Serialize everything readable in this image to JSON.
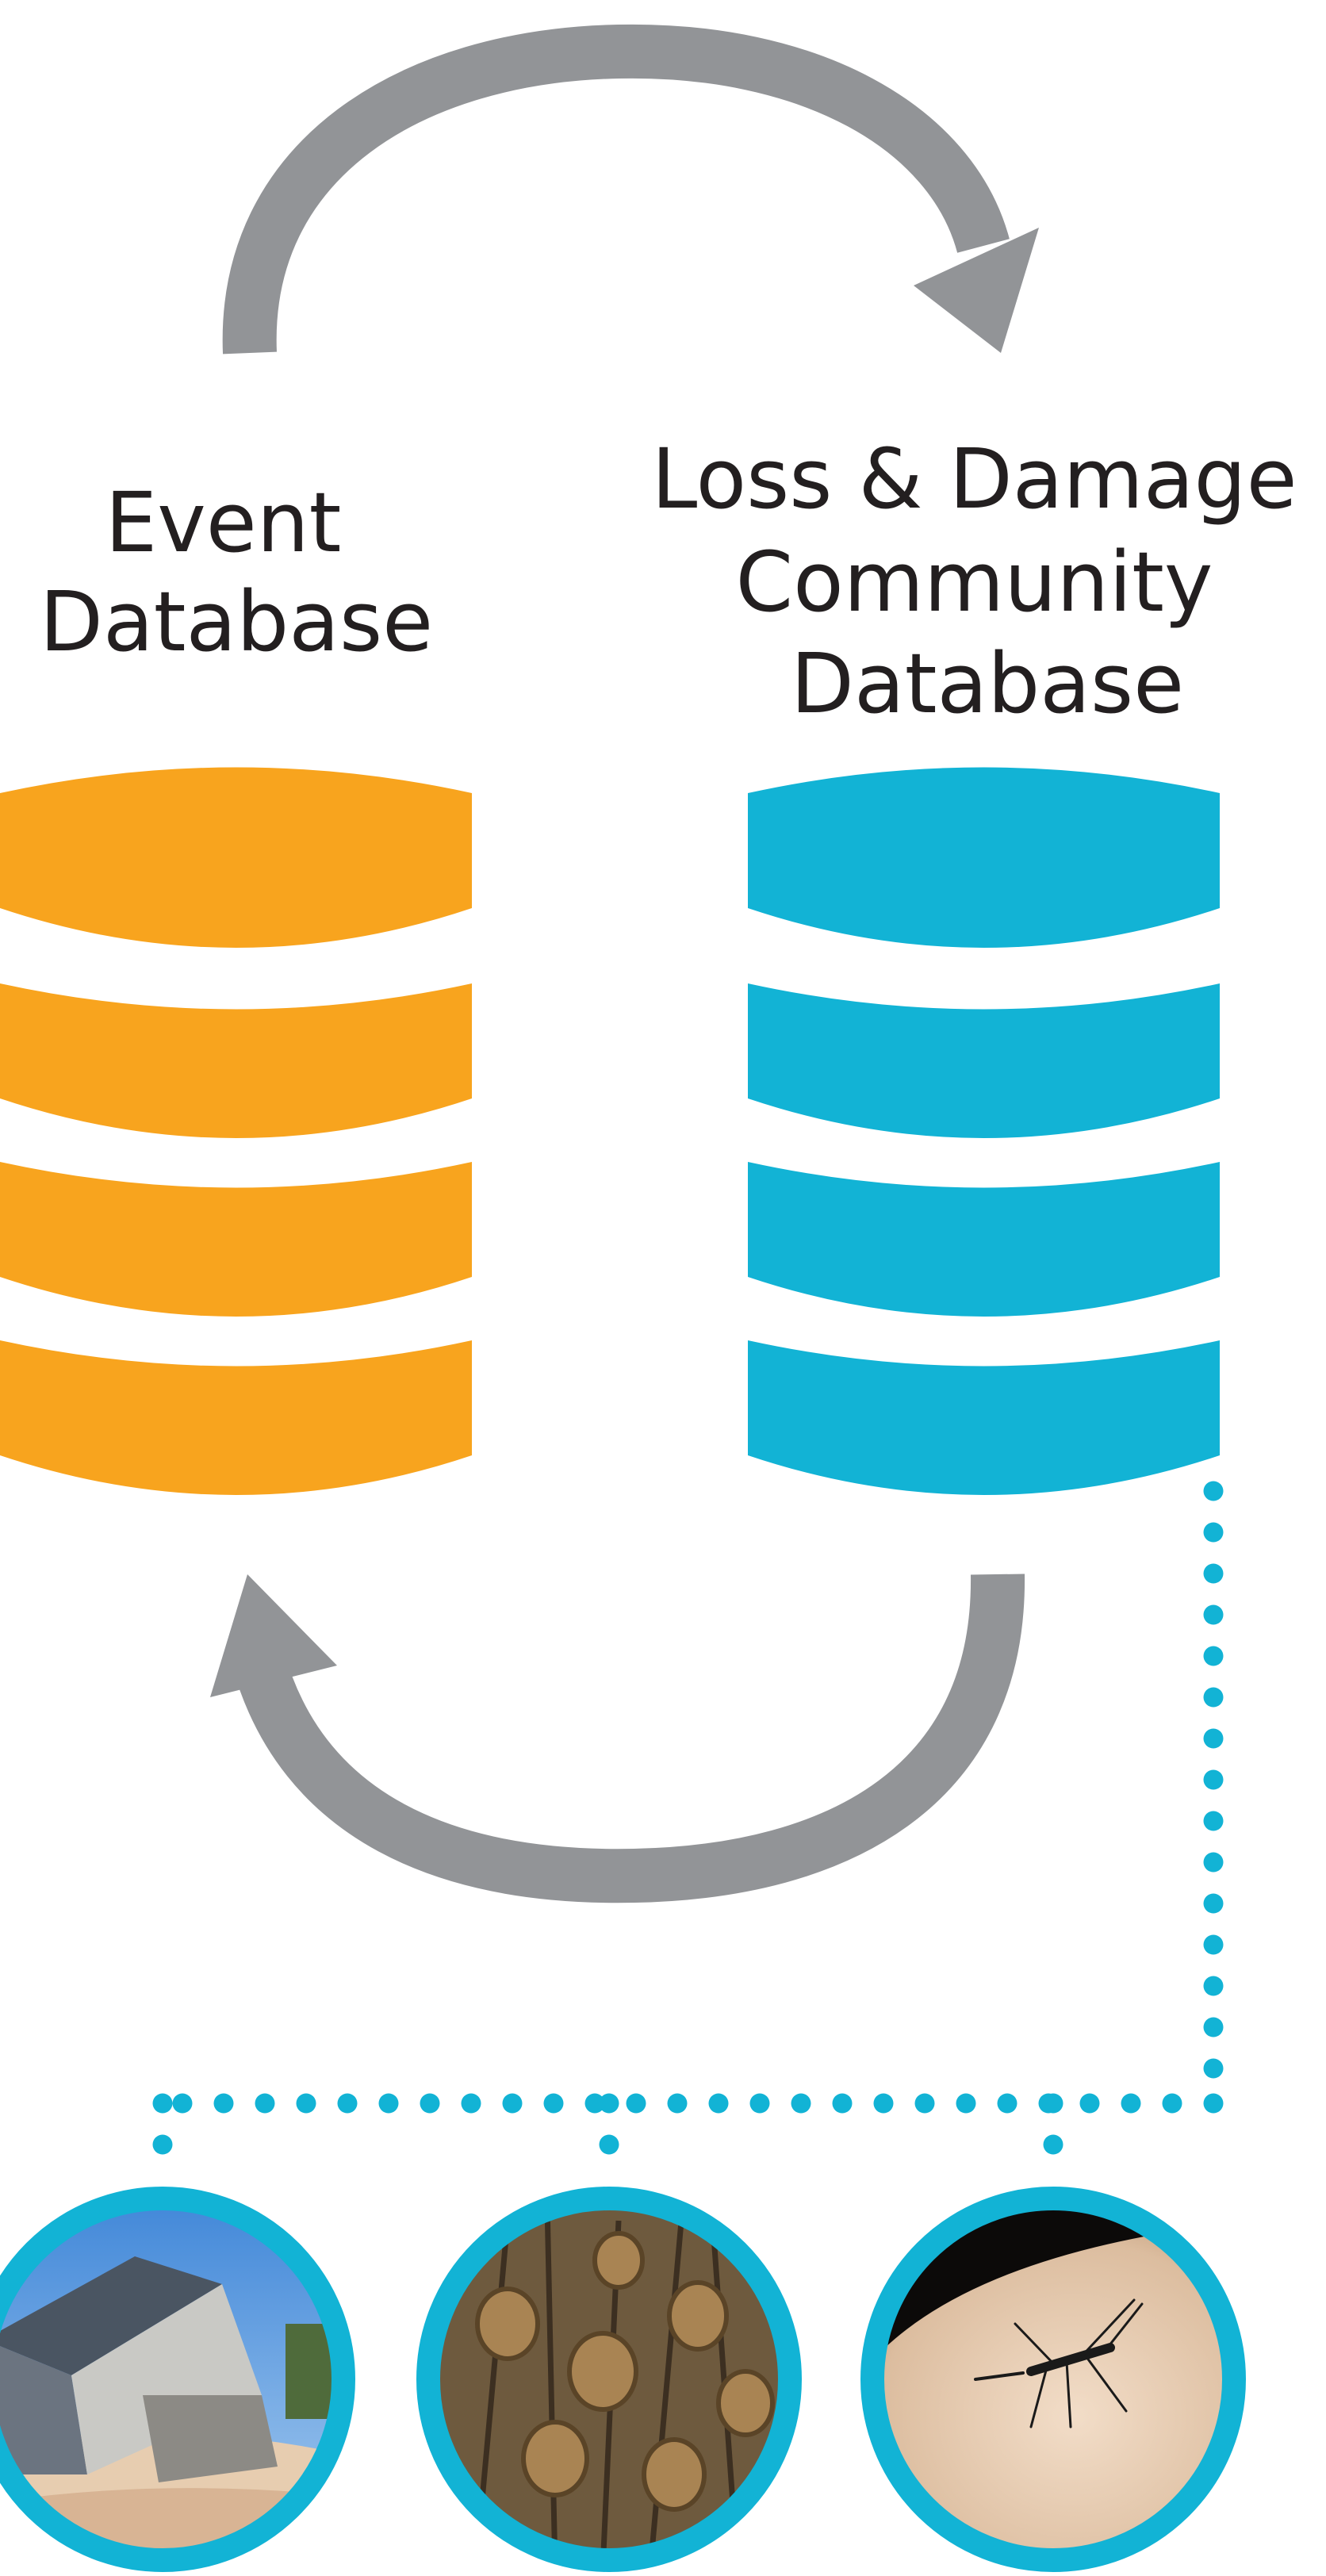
{
  "labels": {
    "event_db_line1": "Event",
    "event_db_line2": "Database",
    "ld_db_line1": "Loss & Damage",
    "ld_db_line2": "Community",
    "ld_db_line3": "Database"
  },
  "colors": {
    "event_db": "#f8a41e",
    "ld_db": "#12b3d5",
    "arrow": "#929497",
    "connector": "#12b3d5",
    "text": "#231f20"
  },
  "photos": [
    {
      "subject": "storm-damaged house on beach"
    },
    {
      "subject": "drought-dried plant pods"
    },
    {
      "subject": "mosquito on skin"
    }
  ]
}
